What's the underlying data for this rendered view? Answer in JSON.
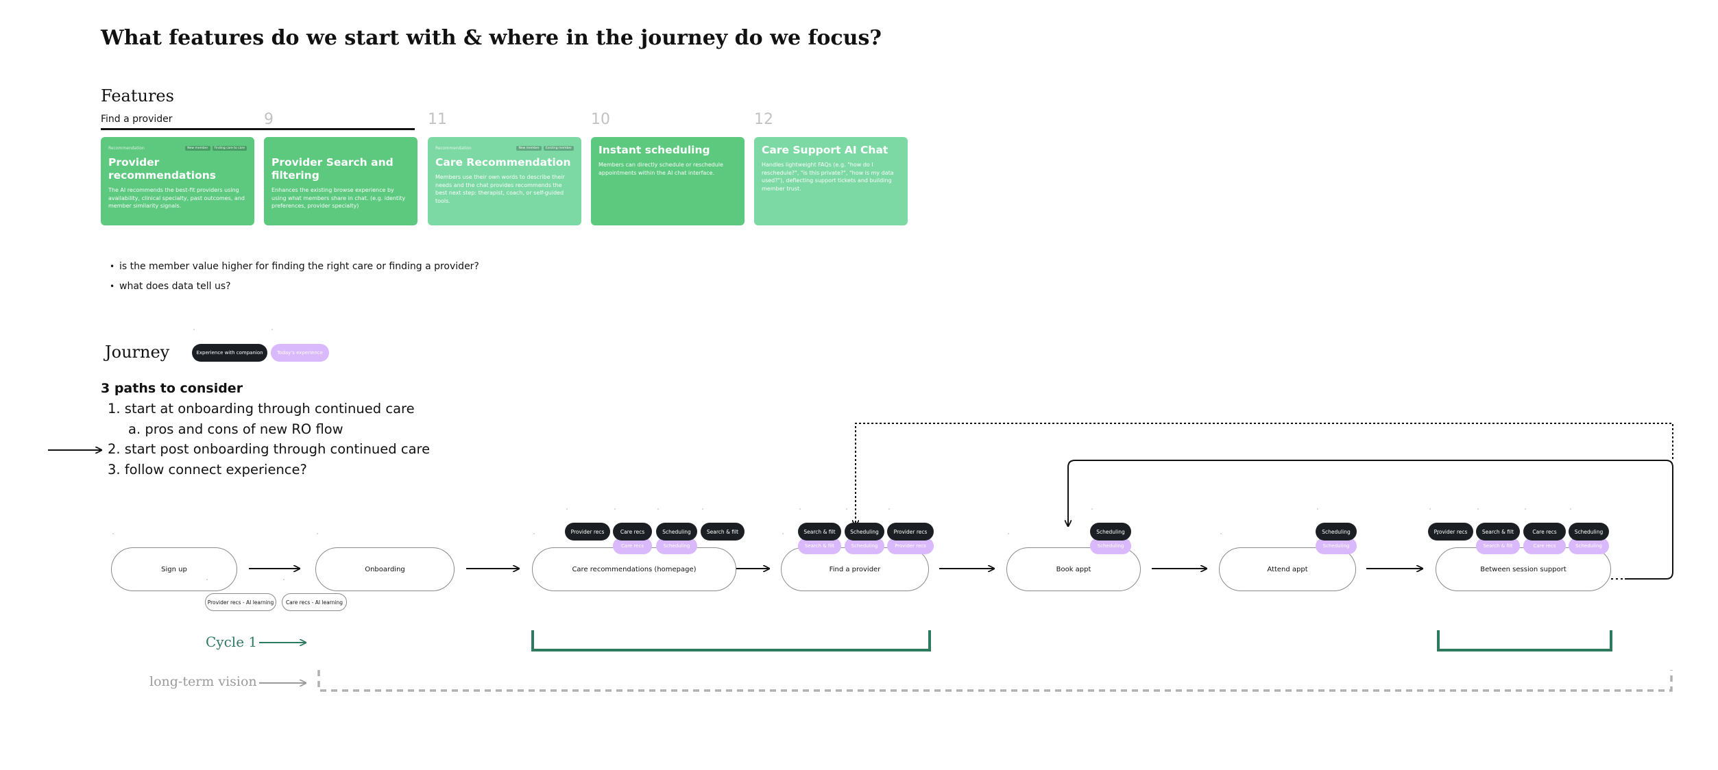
{
  "title": "What features do we start with & where in the journey do we focus?",
  "features_section": {
    "heading": "Features",
    "sub_label": "Find a provider",
    "cards": [
      {
        "number": "",
        "category": "Recommendation",
        "tags": [
          "New member",
          "Finding care to care"
        ],
        "title": "Provider recommendations",
        "description": "The AI recommends the best-fit providers using availability, clinical specialty, past outcomes, and member similarity signals.",
        "tone": "dark"
      },
      {
        "number": "9",
        "category": "",
        "tags": [],
        "title": "Provider Search and filtering",
        "description": "Enhances the existing browse experience by using what members share in chat. (e.g. identity preferences, provider specialty)",
        "tone": "dark"
      },
      {
        "number": "11",
        "category": "Recommendation",
        "tags": [
          "New member",
          "Existing member"
        ],
        "title": "Care Recommendation",
        "description": "Members use their own words to describe their needs and the chat provides recommends the best next step: therapist, coach, or self-guided tools.",
        "tone": "light"
      },
      {
        "number": "10",
        "category": "",
        "tags": [],
        "title": "Instant scheduling",
        "description": "Members can directly schedule or reschedule appointments within the AI chat interface.",
        "tone": "dark"
      },
      {
        "number": "12",
        "category": "",
        "tags": [],
        "title": "Care Support AI Chat",
        "description": "Handles lightweight FAQs (e.g. \"how do I reschedule?\", \"is this private?\", \"how is my data used?\"), deflecting support tickets and building member trust.",
        "tone": "light"
      }
    ]
  },
  "questions": [
    "is the member value higher for finding the right care or finding a provider?",
    "what does data tell us?"
  ],
  "journey_section": {
    "heading": "Journey",
    "legend": {
      "with_companion": "Experience with companion",
      "today": "Today's experience"
    },
    "paths_heading": "3 paths to consider",
    "paths": [
      "1. start at onboarding through continued care",
      "a. pros and cons of new RO flow",
      "2. start post onboarding through continued care",
      "3. follow connect experience?"
    ]
  },
  "stages": [
    {
      "label": "Sign up"
    },
    {
      "label": "Onboarding"
    },
    {
      "label": "Care recommendations (homepage)"
    },
    {
      "label": "Find a provider"
    },
    {
      "label": "Book appt"
    },
    {
      "label": "Attend appt"
    },
    {
      "label": "Between session support"
    }
  ],
  "chips": {
    "onboarding_below": [
      "Provider recs - AI learning",
      "Care recs - AI learning"
    ],
    "care_recs": [
      "Provider recs",
      "Care recs",
      "Scheduling",
      "Search & filt"
    ],
    "care_recs_today": [
      "Care recs",
      "Scheduling"
    ],
    "find_provider": [
      "Search & filt",
      "Scheduling",
      "Provider recs"
    ],
    "find_provider_today": [
      "Search & filt",
      "Scheduling",
      "Provider recs"
    ],
    "book_appt": [
      "Scheduling"
    ],
    "book_appt_today": [
      "Scheduling"
    ],
    "attend_appt": [
      "Scheduling"
    ],
    "attend_appt_today": [
      "Scheduling"
    ],
    "between_session": [
      "Provider recs",
      "Search & filt",
      "Care recs",
      "Scheduling"
    ],
    "between_session_today": [
      "Search & filt",
      "Care recs",
      "Scheduling"
    ]
  },
  "markers": {
    "cycle": "Cycle 1",
    "vision": "long-term vision"
  },
  "colors": {
    "card_dark": "#5cc97f",
    "card_light": "#7dd9a4",
    "chip_black": "#1b1e22",
    "chip_purple": "#d9b8fb",
    "cycle_green": "#2e7a5e",
    "vision_gray": "#9a9a9a"
  }
}
